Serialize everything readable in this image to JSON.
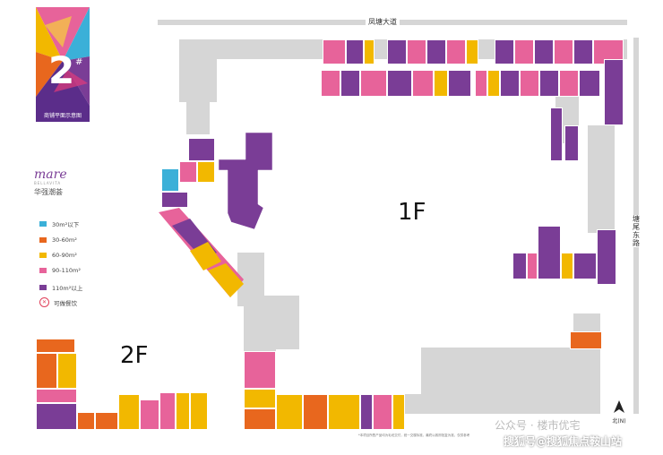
{
  "badge": {
    "number": "2",
    "hash": "#",
    "caption": "商铺平面示意图"
  },
  "brand": {
    "logo_word": "mare",
    "logo_sub": "BELLAVITA",
    "name_cn": "华强潮荟"
  },
  "legend": [
    {
      "label": "30m²以下",
      "color": "#3bb0d8"
    },
    {
      "label": "30-60m²",
      "color": "#e8671e"
    },
    {
      "label": "60-90m²",
      "color": "#f2b800"
    },
    {
      "label": "90-110m²",
      "color": "#e7639a"
    },
    {
      "label": "110m²以上",
      "color": "#7a3d96"
    },
    {
      "label": "可做餐饮",
      "icon": "dining-icon"
    }
  ],
  "roads": {
    "north": "凤塘大道",
    "east": "塘尾东路"
  },
  "floors": {
    "first": "1F",
    "second": "2F"
  },
  "compass": {
    "label": "北(N)"
  },
  "footnote": "*本项目所售产品均为毛坯交付，统一交楼标准，最终以政府批复为准，仅供参考",
  "watermark": {
    "line1": "公众号 · 楼市优宅",
    "line2": "搜狐号@搜狐焦点鞍山站"
  },
  "colors": {
    "blue": "#3bb0d8",
    "orange": "#e8671e",
    "yellow": "#f2b800",
    "pink": "#e7639a",
    "purple": "#7a3d96",
    "corridor": "#d6d6d6"
  }
}
